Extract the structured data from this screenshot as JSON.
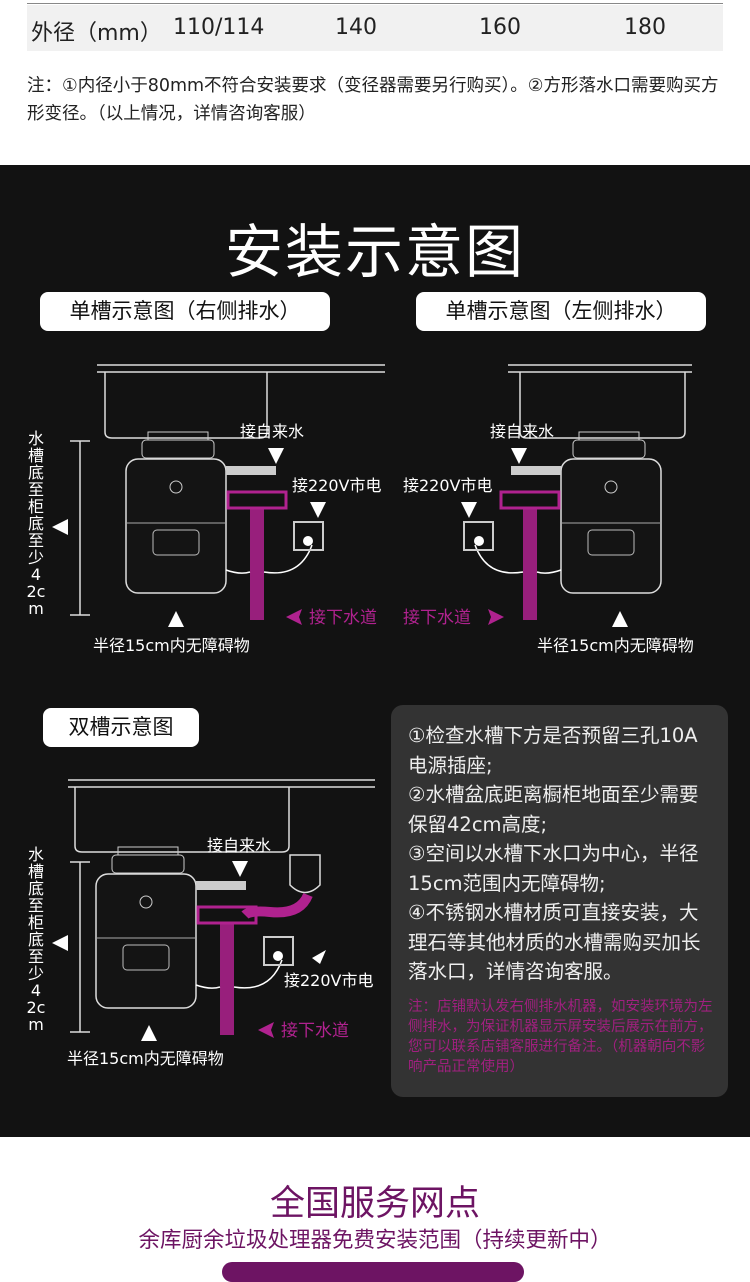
{
  "table_row": {
    "label": "外径（mm）",
    "values": [
      "110/114",
      "140",
      "160",
      "180"
    ]
  },
  "note": "注：①内径小于80mm不符合安装要求（变径器需要另行购买）。②方形落水口需要购买方形变径。（以上情况，详情咨询客服）",
  "install": {
    "title": "安装示意图",
    "diagrams": [
      {
        "label": "单槽示意图（右侧排水）",
        "water_in": "接自来水",
        "power": "接220V市电",
        "drain": "接下水道",
        "clearance": "半径15cm内无障碍物",
        "height": "水槽底至柜底至少42cm"
      },
      {
        "label": "单槽示意图（左侧排水）",
        "water_in": "接自来水",
        "power": "接220V市电",
        "drain": "接下水道",
        "clearance": "半径15cm内无障碍物"
      },
      {
        "label": "双槽示意图",
        "water_in": "接自来水",
        "power": "接220V市电",
        "drain": "接下水道",
        "clearance": "半径15cm内无障碍物",
        "height": "水槽底至柜底至少42cm"
      }
    ],
    "info": {
      "items": [
        "①检查水槽下方是否预留三孔10A电源插座;",
        "②水槽盆底距离橱柜地面至少需要保留42cm高度;",
        "③空间以水槽下水口为中心，半径15cm范围内无障碍物;",
        "④不锈钢水槽材质可直接安装，大理石等其他材质的水槽需购买加长落水口，详情咨询客服。"
      ],
      "note": "注：店铺默认发右侧排水机器，如安装环境为左侧排水，为保证机器显示屏安装后展示在前方，您可以联系店铺客服进行备注。（机器朝向不影响产品正常使用）"
    }
  },
  "service": {
    "title": "全国服务网点",
    "subtitle": "余库厨余垃圾处理器免费安装范围（持续更新中）"
  },
  "colors": {
    "accent": "#b0228f",
    "brand": "#6d1463",
    "dark_bg": "#121212",
    "info_bg": "#333333"
  }
}
